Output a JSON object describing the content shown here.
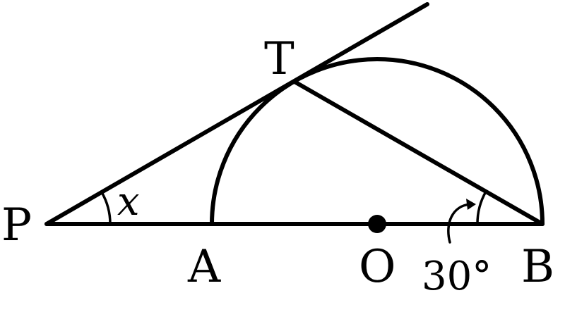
{
  "points": {
    "P": "P",
    "A": "A",
    "O": "O",
    "B": "B",
    "T": "T"
  },
  "angles": {
    "x_label": "x",
    "b_label": "30°"
  },
  "colors": {
    "ink": "#000000",
    "background": "#ffffff"
  }
}
